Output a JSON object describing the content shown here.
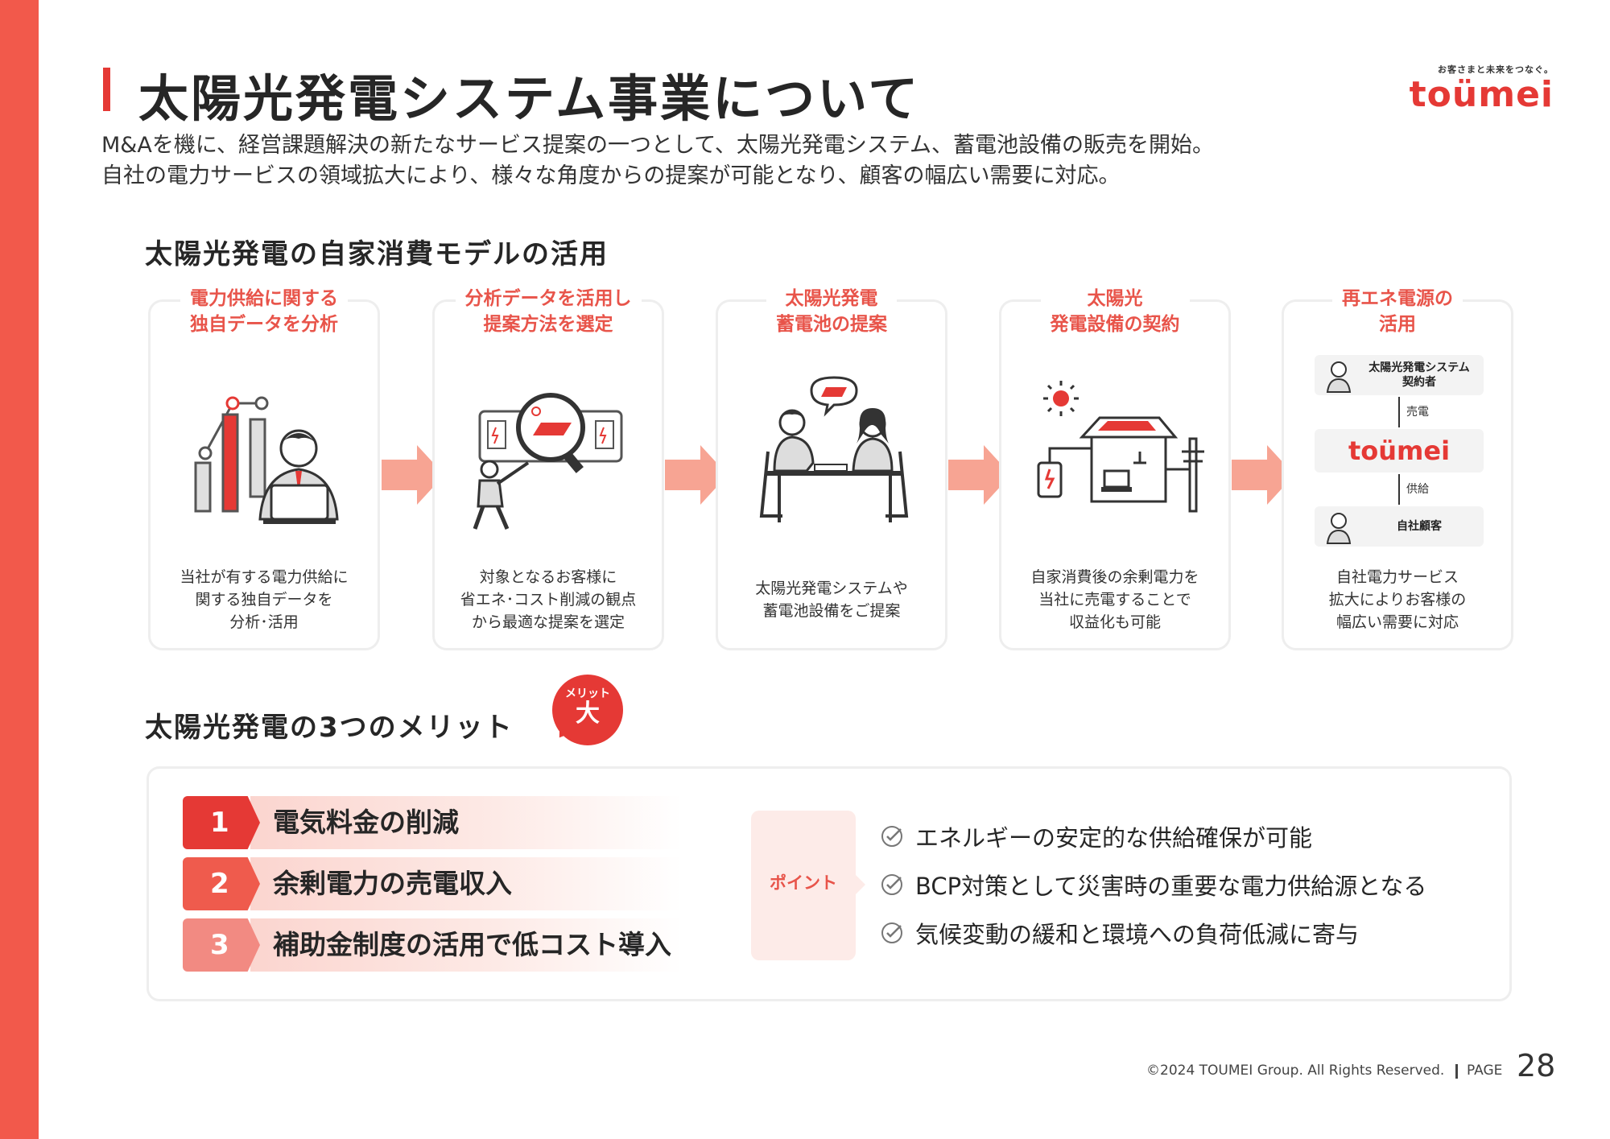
{
  "header": {
    "title": "太陽光発電システム事業について",
    "logo_tagline": "お客さまと未来をつなぐ。",
    "logo_text": "toümei"
  },
  "intro": {
    "line1": "M&Aを機に、経営課題解決の新たなサービス提案の一つとして、太陽光発電システム、蓄電池設備の販売を開始。",
    "line2": "自社の電力サービスの領域拡大により、様々な角度からの提案が可能となり、顧客の幅広い需要に対応。"
  },
  "model_section": {
    "title": "太陽光発電の自家消費モデルの活用",
    "cards": [
      {
        "title": "電力供給に関する\n独自データを分析",
        "desc": "当社が有する電力供給に\n関する独自データを\n分析･活用"
      },
      {
        "title": "分析データを活用し\n提案方法を選定",
        "desc": "対象となるお客様に\n省エネ･コスト削減の観点\nから最適な提案を選定"
      },
      {
        "title": "太陽光発電\n蓄電池の提案",
        "desc": "太陽光発電システムや\n蓄電池設備をご提案"
      },
      {
        "title": "太陽光\n発電設備の契約",
        "desc": "自家消費後の余剰電力を\n当社に売電することで\n収益化も可能"
      },
      {
        "title": "再エネ電源の\n活用",
        "desc": "自社電力サービス\n拡大によりお客様の\n幅広い需要に対応"
      }
    ],
    "flow": {
      "contractor": "太陽光発電システム\n契約者",
      "sell_label": "売電",
      "company": "toümei",
      "supply_label": "供給",
      "customer": "自社顧客"
    }
  },
  "merit_section": {
    "title": "太陽光発電の3つのメリット",
    "badge_small": "メリット",
    "badge_big": "大",
    "merits": [
      {
        "num": "1",
        "text": "電気料金の削減",
        "color": "#e53935"
      },
      {
        "num": "2",
        "text": "余剰電力の売電収入",
        "color": "#ef5b4d"
      },
      {
        "num": "3",
        "text": "補助金制度の活用で低コスト導入",
        "color": "#f28a82"
      }
    ],
    "point_label": "ポイント",
    "points": [
      "エネルギーの安定的な供給確保が可能",
      "BCP対策として災害時の重要な電力供給源となる",
      "気候変動の緩和と環境への負荷低減に寄与"
    ]
  },
  "footer": {
    "copyright": "©2024 TOUMEI Group. All Rights Reserved.",
    "page_label": "PAGE",
    "page_number": "28"
  },
  "colors": {
    "accent": "#e53935",
    "sidebar": "#f2594b",
    "arrow": "#f7a493"
  }
}
